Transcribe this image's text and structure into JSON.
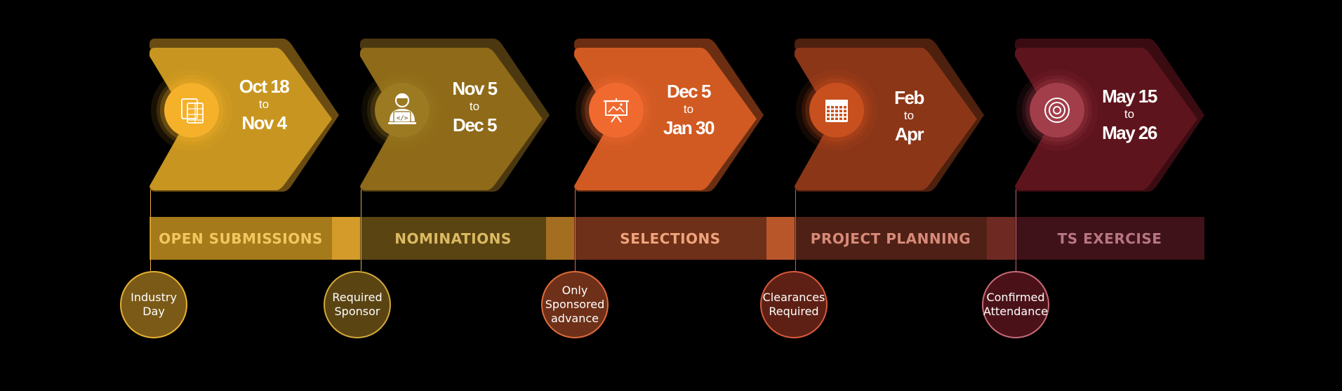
{
  "stages": [
    {
      "date_from": "Oct 18",
      "date_to_word": "to",
      "date_to": "Nov 4",
      "phase": "OPEN SUBMISSIONS",
      "milestone": "Industry\nDay",
      "icon": "film-frames-icon",
      "colors": {
        "main": "#C89620",
        "shadow": "#6A4C12",
        "icon_bg": "#F5B12A",
        "band": "#A47A1A",
        "band_tail": "#D49A2A",
        "text": "#F3C75F",
        "circle_fill": "#7A5A16",
        "circle_border": "#E8B135"
      }
    },
    {
      "date_from": "Nov 5",
      "date_to_word": "to",
      "date_to": "Dec 5",
      "phase": "NOMINATIONS",
      "milestone": "Required\nSponsor",
      "icon": "developer-person-icon",
      "colors": {
        "main": "#8F6A18",
        "shadow": "#4C3810",
        "icon_bg": "#9C7A22",
        "band": "#5A4412",
        "band_tail": "#A36E20",
        "text": "#DCBA62",
        "circle_fill": "#5A4412",
        "circle_border": "#D4A83C"
      }
    },
    {
      "date_from": "Dec 5",
      "date_to_word": "to",
      "date_to": "Jan 30",
      "phase": "SELECTIONS",
      "milestone": "Only\nSponsored\nadvance",
      "icon": "presentation-board-icon",
      "colors": {
        "main": "#D15A22",
        "shadow": "#6C2E12",
        "icon_bg": "#F06A30",
        "band": "#6E3018",
        "band_tail": "#B8562A",
        "text": "#F0A47C",
        "circle_fill": "#6E3018",
        "circle_border": "#E06A3A"
      }
    },
    {
      "date_from": "Feb",
      "date_to_word": "to",
      "date_to": "Apr",
      "phase": "PROJECT PLANNING",
      "milestone": "Clearances\nRequired",
      "icon": "calendar-icon",
      "colors": {
        "main": "#8C3618",
        "shadow": "#4E200E",
        "icon_bg": "#C8501E",
        "band": "#4E2016",
        "band_tail": "#6E2A22",
        "text": "#D88A78",
        "circle_fill": "#5E2014",
        "circle_border": "#D85A3C"
      }
    },
    {
      "date_from": "May 15",
      "date_to_word": "to",
      "date_to": "May 26",
      "phase": "TS EXERCISE",
      "milestone": "Confirmed\nAttendance",
      "icon": "target-icon",
      "colors": {
        "main": "#5E141C",
        "shadow": "#3A0C12",
        "icon_bg": "#A23E4A",
        "band": "#3E1218",
        "band_tail": "#3E1218",
        "text": "#B87682",
        "circle_fill": "#4A1218",
        "circle_border": "#C86A78"
      }
    }
  ]
}
